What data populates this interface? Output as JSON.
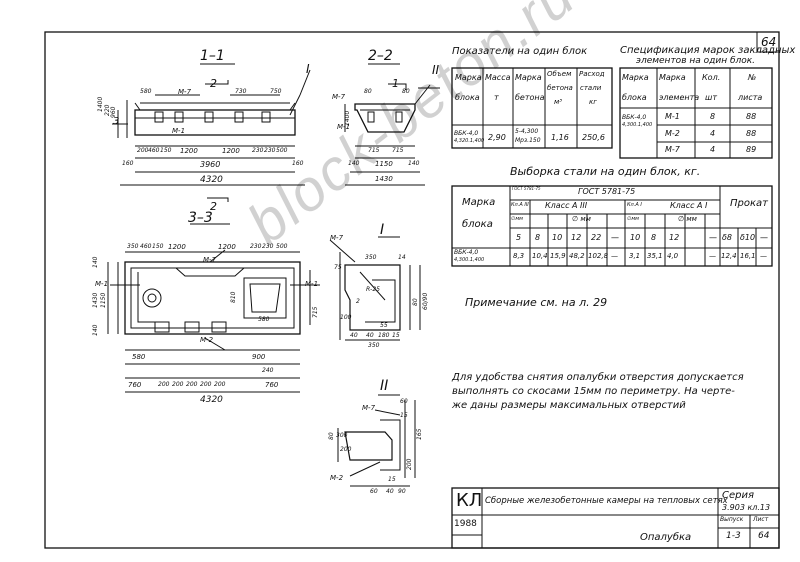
{
  "sheet_number": "64",
  "views": {
    "v11": {
      "title": "1–1",
      "cut": "2",
      "cut_b": "2",
      "label_3": "3",
      "mark_I": "I",
      "m7": "М-7",
      "m1": "М-1",
      "dims_top": [
        "580",
        "730",
        "750"
      ],
      "dims_bottom": [
        "200",
        "460",
        "150",
        "1200",
        "1200",
        "230",
        "230",
        "500"
      ],
      "total_inner": "3960",
      "total": "4320",
      "left_h": [
        "1400",
        "220",
        "960"
      ],
      "right_small": "160",
      "left_small": "160"
    },
    "v22": {
      "title": "2–2",
      "cut": "1",
      "mark_II": "II",
      "m7": "М-7",
      "m1": "М-1",
      "dims": [
        "80",
        "80",
        "1400",
        "715",
        "715",
        "1150",
        "1430",
        "140",
        "140"
      ]
    },
    "v33": {
      "title": "3–3",
      "m7": "М-7",
      "m1": "М-1",
      "m1b": "М-1",
      "m2": "М-2",
      "dims_top": [
        "350",
        "460",
        "150",
        "1200",
        "1200",
        "230",
        "230",
        "500"
      ],
      "dims_bottom": [
        "580",
        "760",
        "200",
        "200",
        "200",
        "200",
        "200",
        "900",
        "240",
        "760"
      ],
      "total": "4320",
      "left_h": [
        "140",
        "1430",
        "1150",
        "140"
      ],
      "right_h": [
        "715"
      ],
      "inner": [
        "810",
        "580"
      ]
    },
    "vI": {
      "title": "I",
      "m7": "М-7",
      "dims": [
        "350",
        "75",
        "R-25",
        "2",
        "40",
        "180",
        "55",
        "100",
        "350",
        "40",
        "15"
      ],
      "right": "80",
      "label": "14",
      "side": [
        "60/90"
      ]
    },
    "vII": {
      "title": "II",
      "m7": "М-7",
      "m2": "М-2",
      "dims": [
        "60",
        "15",
        "80",
        "200",
        "165",
        "200",
        "15",
        "60",
        "40",
        "90",
        "300"
      ]
    }
  },
  "table_indicators": {
    "title": "Показатели на один блок",
    "headers": [
      [
        "Марка",
        "блока"
      ],
      [
        "Масса",
        "т"
      ],
      [
        "Марка",
        "бетона"
      ],
      [
        "Объем",
        "бетона",
        "м³"
      ],
      [
        "Расход",
        "стали",
        "кг"
      ]
    ],
    "row": [
      "ВБК-4,0",
      "4,320.1,400",
      "2,90",
      "5-4,300",
      "Мрз.150",
      "1,16",
      "250,6"
    ]
  },
  "table_spec": {
    "title_1": "Спецификация марок закладных",
    "title_2": "элементов на один блок.",
    "headers": [
      [
        "Марка",
        "блока"
      ],
      [
        "Марка",
        "элемента"
      ],
      [
        "Кол.",
        "шт"
      ],
      [
        "№",
        "листа"
      ]
    ],
    "block": "ВБК-4,0",
    "block_sub": "4,300.1,400",
    "rows": [
      [
        "М-1",
        "8",
        "88"
      ],
      [
        "М-2",
        "4",
        "88"
      ],
      [
        "М-7",
        "4",
        "89"
      ]
    ]
  },
  "table_steel": {
    "title": "Выборка стали на один блок, кг.",
    "gost": "ГОСТ 5781-75",
    "gost_small": "ГОСТ 5781-75",
    "marka": [
      "Марка",
      "блока"
    ],
    "prokat": "Прокат",
    "class_a3": "Класс А III",
    "class_a1": "Класс А I",
    "d_mm": "∅ мм",
    "kl_a3": "Кл.А III",
    "kl_a1": "Кл.А I",
    "dmm_small": "∅мм",
    "diam": [
      "5",
      "8",
      "10",
      "12",
      "22",
      "—",
      "10",
      "8",
      "12",
      "—",
      "δ8",
      "δ10",
      "—"
    ],
    "block": "ВБК-4,0",
    "block_sub": "4,300.1,400",
    "values": [
      "8,3",
      "10,4",
      "15,9",
      "48,2",
      "102,8",
      "—",
      "3,1",
      "35,1",
      "4,0",
      "—",
      "12,4",
      "16,1",
      "—"
    ]
  },
  "note": "Примечание см. на л. 29",
  "note2": [
    "Для удобства снятия опалубки отверстия допускается",
    "выполнять со скосами 15мм по периметру. На черте-",
    "же даны размеры максимальных отверстий"
  ],
  "title_block": {
    "kl": "КЛ",
    "year": "1988",
    "title": "Сборные железобетонные камеры на тепловых сетях",
    "series_label": "Серия",
    "series": "3.903 кл.13",
    "vyp_label": "Выпуск",
    "vyp": "1-3",
    "list_label": "Лист",
    "list": "64",
    "name": "Опалубка"
  },
  "watermark": "block-beton.ru"
}
